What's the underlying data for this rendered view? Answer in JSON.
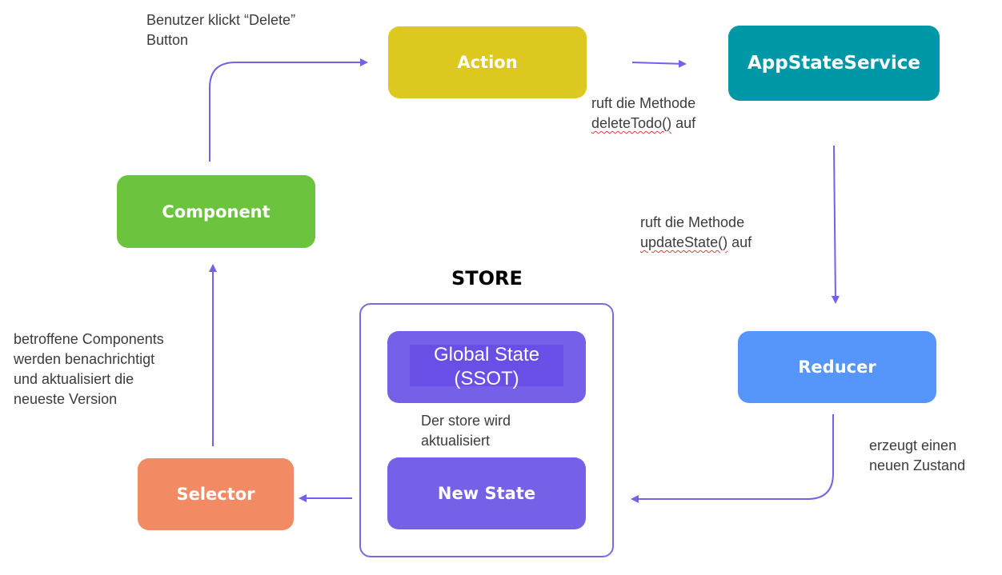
{
  "nodes": {
    "action": {
      "label": "Action",
      "color": "#dcc81e"
    },
    "appstate": {
      "label": "AppStateService",
      "color": "#0097a7"
    },
    "component": {
      "label": "Component",
      "color": "#6cc33e"
    },
    "reducer": {
      "label": "Reducer",
      "color": "#5695fa"
    },
    "selector": {
      "label": "Selector",
      "color": "#f28b64"
    },
    "global_state": {
      "line1": "Global State",
      "line2": "(SSOT)",
      "color": "#7461e8"
    },
    "new_state": {
      "label": "New State",
      "color": "#7461e8"
    }
  },
  "store": {
    "title": "STORE",
    "border_color": "#7b68e4"
  },
  "labels": {
    "delete_click": {
      "line1": "Benutzer klickt “Delete”",
      "line2": "Button"
    },
    "delete_todo": {
      "line1": "ruft die Methode",
      "line2_method": "deleteTodo()",
      "line2_rest": " auf"
    },
    "update_state": {
      "line1": "ruft die Methode",
      "line2_method": "updateState()",
      "line2_rest": " auf"
    },
    "new_zustand": {
      "line1": "erzeugt einen",
      "line2": "neuen Zustand"
    },
    "store_updated": {
      "line1": "Der store wird",
      "line2": "aktualisiert"
    },
    "notified": {
      "line1": "betroffene Components",
      "line2": "werden benachrichtigt",
      "line3": "und aktualisiert die",
      "line4": "neueste Version"
    }
  },
  "arrow_color": "#7461e8"
}
